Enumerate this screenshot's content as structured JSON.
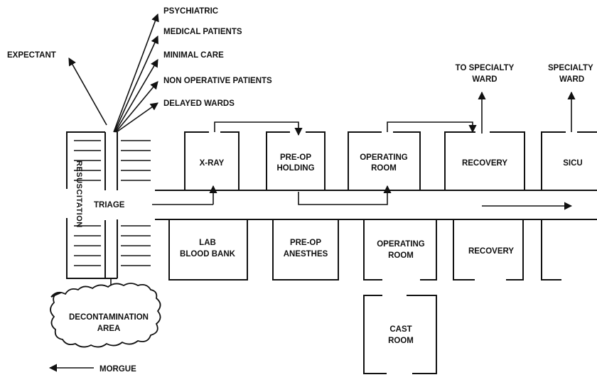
{
  "dispositions": {
    "psychiatric": "PSYCHIATRIC",
    "medical": "MEDICAL PATIENTS",
    "minimal": "MINIMAL CARE",
    "nonop": "NON OPERATIVE PATIENTS",
    "delayed": "DELAYED WARDS",
    "expectant": "EXPECTANT"
  },
  "upper_rooms": {
    "xray": "X-RAY",
    "preop_holding": [
      "PRE-OP",
      "HOLDING"
    ],
    "operating_room": [
      "OPERATING",
      "ROOM"
    ],
    "recovery": "RECOVERY",
    "sicu": "SICU"
  },
  "lower_rooms": {
    "lab": [
      "LAB",
      "BLOOD BANK"
    ],
    "preop_anesthes": [
      "PRE-OP",
      "ANESTHES"
    ],
    "operating_room": [
      "OPERATING",
      "ROOM"
    ],
    "recovery": "RECOVERY",
    "cast_room": [
      "CAST",
      "ROOM"
    ]
  },
  "exits": {
    "to_specialty_ward": [
      "TO SPECIALTY",
      "WARD"
    ],
    "specialty_ward": [
      "SPECIALTY",
      "WARD"
    ]
  },
  "areas": {
    "triage": "TRIAGE",
    "resuscitation": "RESUSCITATION",
    "decontamination": [
      "DECONTAMINATION",
      "AREA"
    ],
    "morgue": "MORGUE"
  },
  "colors": {
    "ink": "#111111",
    "background": "#ffffff"
  }
}
